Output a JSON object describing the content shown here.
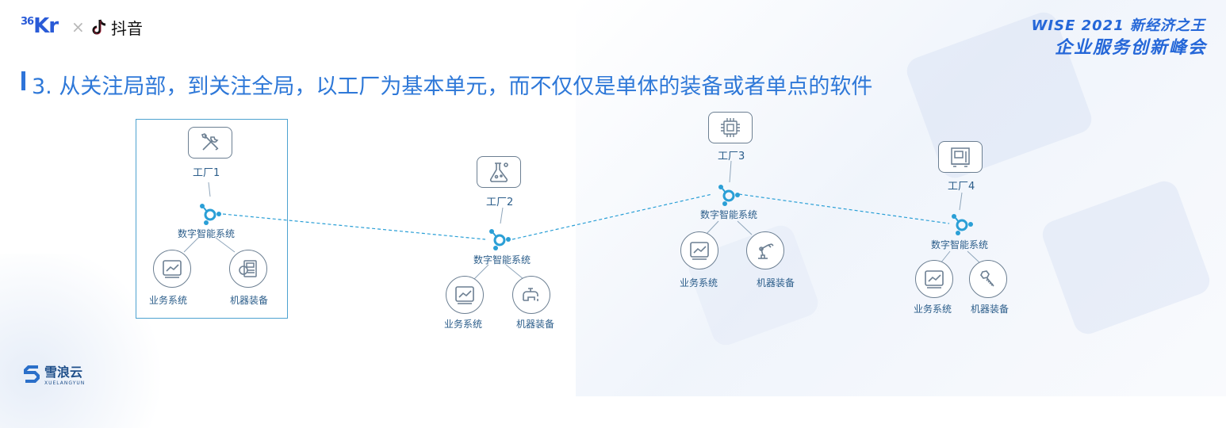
{
  "header": {
    "brand_36kr_sup": "36",
    "brand_36kr": "Kr",
    "separator": "×",
    "brand_douyin": "抖音",
    "event_line1": "WISE 2021 新经济之王",
    "event_line2": "企业服务创新峰会"
  },
  "title": "3.  从关注局部，到关注全局，以工厂为基本单元，而不仅仅是单体的装备或者单点的软件",
  "diagram": {
    "hub_label": "数字智能系统",
    "business_label": "业务系统",
    "equipment_label": "机器装备",
    "factories": [
      {
        "label": "工厂1",
        "icon": "tools-icon",
        "equipment_icon": "control-panel-icon"
      },
      {
        "label": "工厂2",
        "icon": "flask-icon",
        "equipment_icon": "pipe-faucet-icon"
      },
      {
        "label": "工厂3",
        "icon": "chip-icon",
        "equipment_icon": "robot-arm-icon"
      },
      {
        "label": "工厂4",
        "icon": "machine-icon",
        "equipment_icon": "bolt-icon"
      }
    ]
  },
  "footer": {
    "brand_cn": "雪浪云",
    "brand_en": "XUELANGYUN"
  },
  "colors": {
    "accent_blue": "#2e78d8",
    "hub_blue": "#2a9fd6",
    "label_blue": "#2b5d8a",
    "icon_gray": "#6c7f92"
  }
}
